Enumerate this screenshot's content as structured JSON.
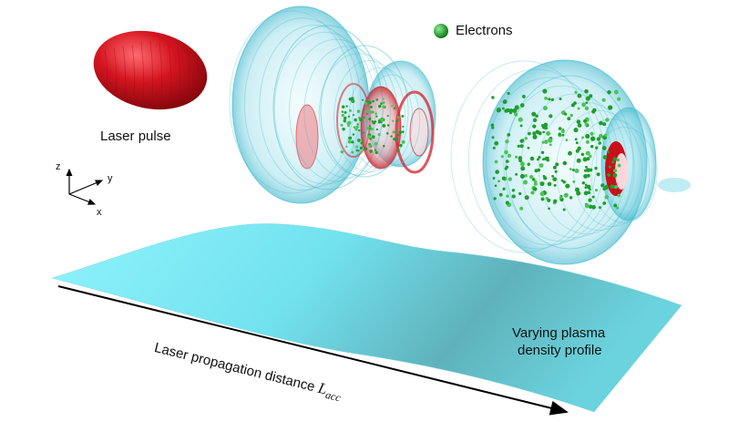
{
  "labels": {
    "laser_pulse": "Laser pulse",
    "electrons": "Electrons",
    "plasma_line1": "Varying plasma",
    "plasma_line2": "density profile",
    "distance_text": "Laser propagation distance ",
    "distance_symbol": "L",
    "distance_subscript": "acc"
  },
  "axes": {
    "z": "z",
    "y": "y",
    "x": "x"
  },
  "colors": {
    "laser": "#c8101a",
    "laser_light": "#f06a72",
    "plasma": "#7ddce6",
    "bubble": "#4cc3d6",
    "electrons": "#1f9e2c",
    "arrow": "#000000"
  }
}
